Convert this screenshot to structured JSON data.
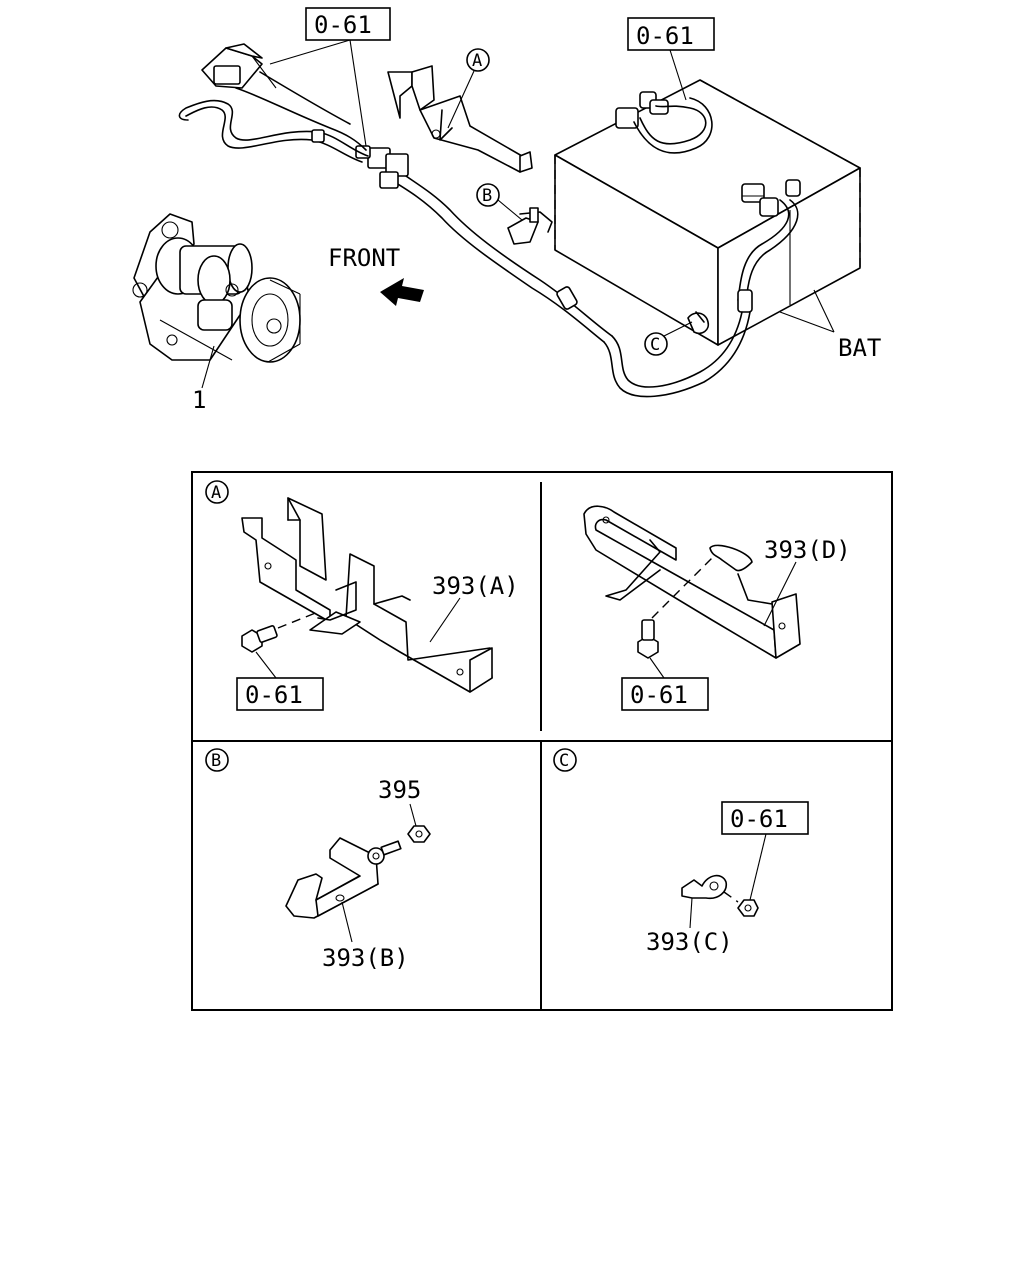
{
  "top_view": {
    "ref_top_left": "0-61",
    "ref_top_right": "0-61",
    "callout_a": "A",
    "callout_b": "B",
    "callout_c": "C",
    "front_label": "FRONT",
    "battery_label": "BAT",
    "starter_label": "1"
  },
  "detail_a": {
    "title": "A",
    "part_left": "393(A)",
    "ref_left": "0-61",
    "part_right": "393(D)",
    "ref_right": "0-61"
  },
  "detail_b": {
    "title": "B",
    "nut_part": "395",
    "bracket_part": "393(B)"
  },
  "detail_c": {
    "title": "C",
    "ref": "0-61",
    "part": "393(C)"
  }
}
